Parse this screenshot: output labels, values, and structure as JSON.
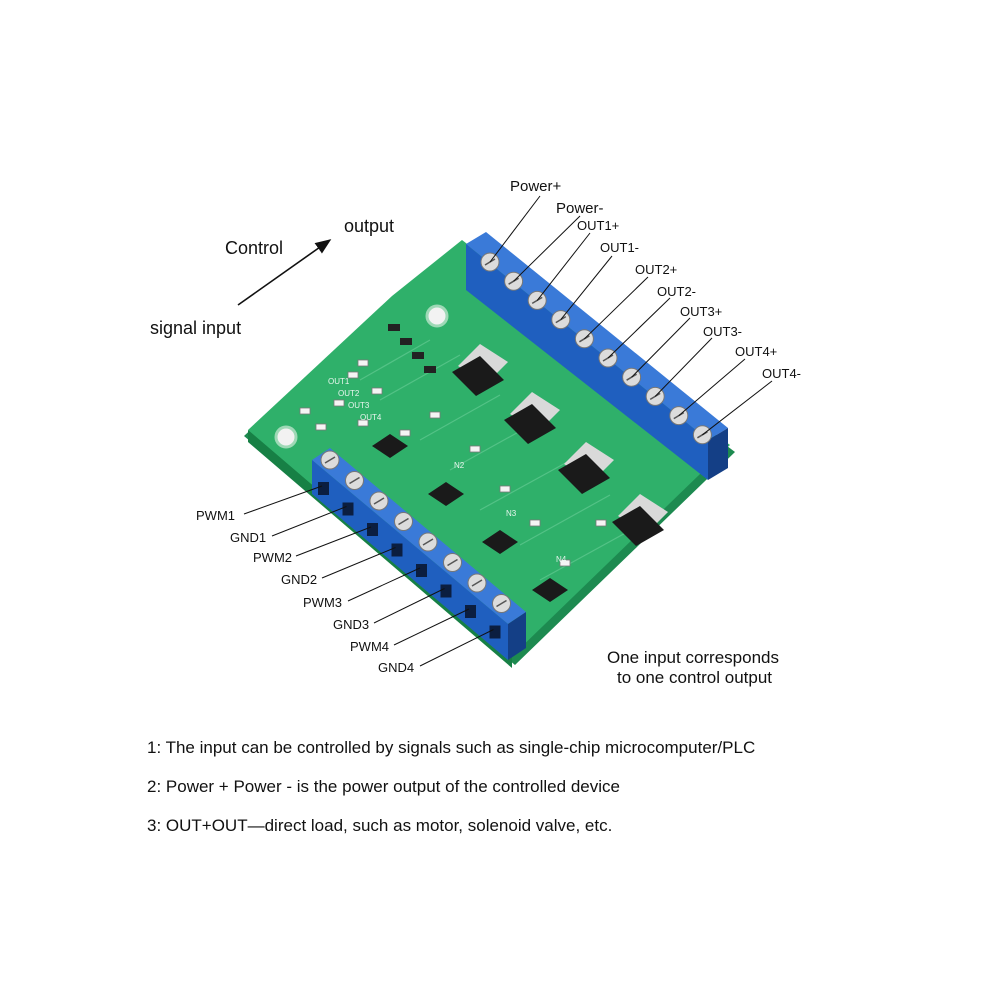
{
  "flow": {
    "control": "Control",
    "output": "output",
    "signal_input": "signal input"
  },
  "output_pins": [
    "Power+",
    "Power-",
    "OUT1+",
    "OUT1-",
    "OUT2+",
    "OUT2-",
    "OUT3+",
    "OUT3-",
    "OUT4+",
    "OUT4-"
  ],
  "input_pins": [
    "PWM1",
    "GND1",
    "PWM2",
    "GND2",
    "PWM3",
    "GND3",
    "PWM4",
    "GND4"
  ],
  "board_silkscreen": [
    "OUT1",
    "OUT2",
    "OUT3",
    "OUT4",
    "N2",
    "N3",
    "N4"
  ],
  "caption": {
    "line1": "One input corresponds",
    "line2": "to one control output"
  },
  "notes": [
    "1: The input can be controlled by signals such as single-chip microcomputer/PLC",
    "2: Power + Power - is the power output of the controlled device",
    "3: OUT+OUT—direct load, such as motor, solenoid valve, etc."
  ],
  "colors": {
    "pcb": "#2fb06a",
    "pcb_edge": "#1d8a50",
    "terminal": "#1f5fbf",
    "terminal_dark": "#143f86",
    "chip": "#1a1a1a"
  }
}
